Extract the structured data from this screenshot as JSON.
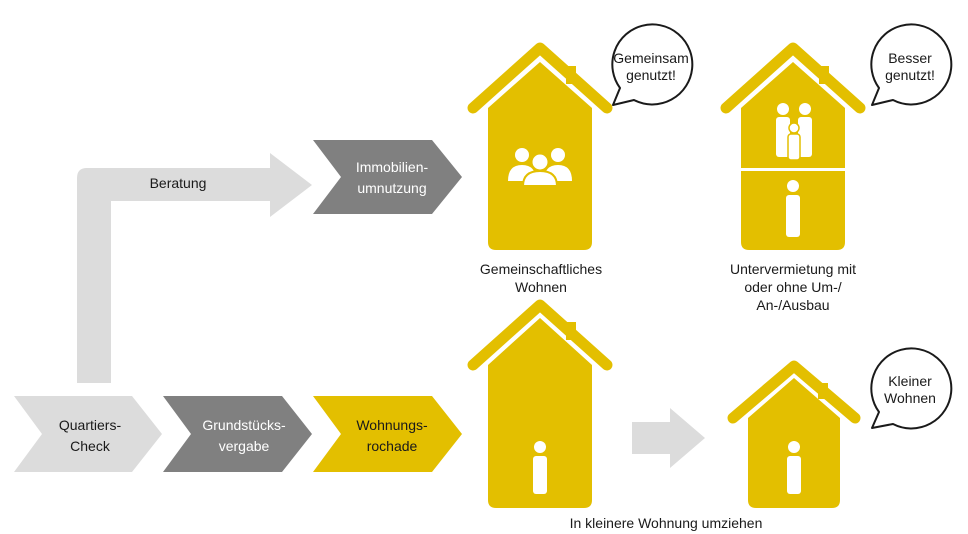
{
  "colors": {
    "yellow": "#e3bf00",
    "gray_dark": "#808080",
    "gray_light": "#d9d9d9",
    "white": "#ffffff",
    "text": "#1a1a1a"
  },
  "flow": {
    "quartiers_check": [
      "Quartiers-",
      "Check"
    ],
    "grundstuecksvergabe": [
      "Grundstücks-",
      "vergabe"
    ],
    "wohnungsrochade": [
      "Wohnungs-",
      "rochade"
    ],
    "beratung": "Beratung",
    "immobilienumnutzung": [
      "Immobilien-",
      "umnutzung"
    ]
  },
  "houses": {
    "gemeinschaftlich": {
      "caption": [
        "Gemeinschaftliches",
        "Wohnen"
      ],
      "bubble": [
        "Gemeinsam",
        "genutzt!"
      ],
      "icon": "group-icon"
    },
    "untervermietung": {
      "caption": [
        "Untervermietung mit",
        "oder ohne Um-/",
        "An-/Ausbau"
      ],
      "bubble": [
        "Besser",
        "genutzt!"
      ],
      "icon": "family-icon"
    },
    "kleiner": {
      "caption": [
        "In kleinere Wohnung umziehen"
      ],
      "bubble": [
        "Kleiner",
        "Wohnen"
      ],
      "icon": "person-icon"
    }
  }
}
